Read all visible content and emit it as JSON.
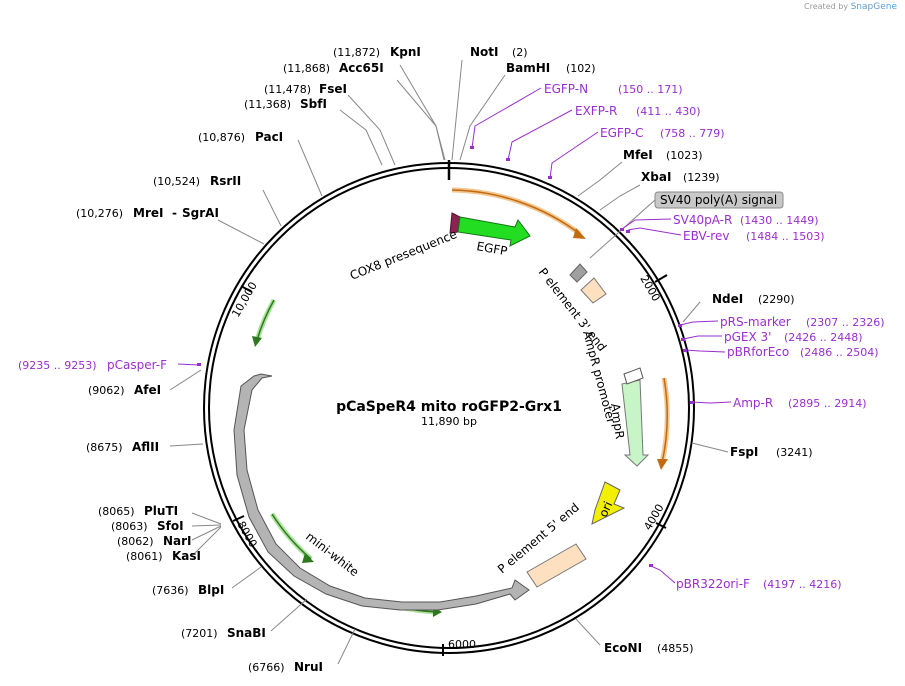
{
  "credit": {
    "prefix": "Created by",
    "brand": "SnapGene"
  },
  "plasmid": {
    "name": "pCaSpeR4 mito roGFP2-Grx1",
    "size_label": "11,890 bp",
    "length": 11890
  },
  "ticks": [
    {
      "pos": 2000,
      "label": "2000"
    },
    {
      "pos": 4000,
      "label": "4000"
    },
    {
      "pos": 6000,
      "label": "6000"
    },
    {
      "pos": 8000,
      "label": "8000"
    },
    {
      "pos": 10000,
      "label": "10,000"
    }
  ],
  "enzymes": [
    {
      "name": "KpnI",
      "pos": "(11,872)"
    },
    {
      "name": "Acc65I",
      "pos": "(11,868)"
    },
    {
      "name": "NotI",
      "pos": "(2)"
    },
    {
      "name": "BamHI",
      "pos": "(102)"
    },
    {
      "name": "FseI",
      "pos": "(11,478)"
    },
    {
      "name": "SbfI",
      "pos": "(11,368)"
    },
    {
      "name": "PacI",
      "pos": "(10,876)"
    },
    {
      "name": "RsrII",
      "pos": "(10,524)"
    },
    {
      "name": "MreI",
      "pos": "(10,276)",
      "extra": "SgrAI"
    },
    {
      "name": "MfeI",
      "pos": "(1023)"
    },
    {
      "name": "XbaI",
      "pos": "(1239)"
    },
    {
      "name": "NdeI",
      "pos": "(2290)"
    },
    {
      "name": "AfeI",
      "pos": "(9062)"
    },
    {
      "name": "AflII",
      "pos": "(8675)"
    },
    {
      "name": "FspI",
      "pos": "(3241)"
    },
    {
      "name": "PluTI",
      "pos": "(8065)"
    },
    {
      "name": "SfoI",
      "pos": "(8063)"
    },
    {
      "name": "NarI",
      "pos": "(8062)"
    },
    {
      "name": "KasI",
      "pos": "(8061)"
    },
    {
      "name": "BlpI",
      "pos": "(7636)"
    },
    {
      "name": "SnaBI",
      "pos": "(7201)"
    },
    {
      "name": "NruI",
      "pos": "(6766)"
    },
    {
      "name": "EcoNI",
      "pos": "(4855)"
    }
  ],
  "primers": [
    {
      "name": "EGFP-N",
      "range": "(150 .. 171)"
    },
    {
      "name": "EXFP-R",
      "range": "(411 .. 430)"
    },
    {
      "name": "EGFP-C",
      "range": "(758 .. 779)"
    },
    {
      "name": "SV40pA-R",
      "range": "(1430 .. 1449)"
    },
    {
      "name": "EBV-rev",
      "range": "(1484 .. 1503)"
    },
    {
      "name": "pRS-marker",
      "range": "(2307 .. 2326)"
    },
    {
      "name": "pGEX 3'",
      "range": "(2426 .. 2448)"
    },
    {
      "name": "pBRforEco",
      "range": "(2486 .. 2504)"
    },
    {
      "name": "Amp-R",
      "range": "(2895 .. 2914)"
    },
    {
      "name": "pBR322ori-F",
      "range": "(4197 .. 4216)"
    },
    {
      "name": "pCasper-F",
      "range": "(9235 .. 9253)"
    }
  ],
  "features": [
    {
      "name": "SV40 poly(A) signal",
      "color": "#c8c8c8"
    },
    {
      "name": "COX8 presequence",
      "color": "#8b2252"
    },
    {
      "name": "EGFP",
      "color": "#22dd22"
    },
    {
      "name": "P element 3' end",
      "color": "#fde0c0"
    },
    {
      "name": "AmpR promoter",
      "color": "#ffffff"
    },
    {
      "name": "AmpR",
      "color": "#c8f5c8"
    },
    {
      "name": "ori",
      "color": "#f2ef00"
    },
    {
      "name": "P element 5' end",
      "color": "#fde0c0"
    },
    {
      "name": "mini-white",
      "color": "#b4b4b4"
    }
  ],
  "colors": {
    "primer": "#9a2ecf",
    "orf_orange": "#e8a040",
    "orf_green": "#5ec840"
  }
}
